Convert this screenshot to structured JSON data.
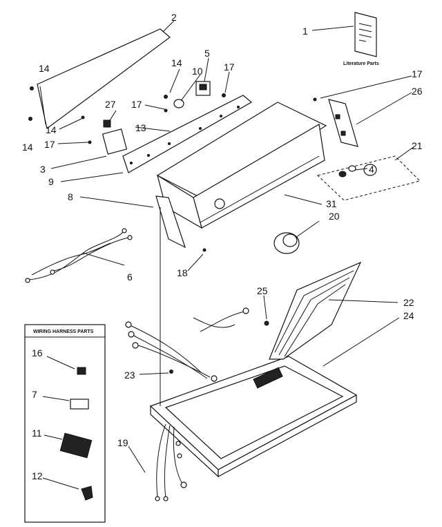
{
  "labels": {
    "p1": "1",
    "p2": "2",
    "p3": "3",
    "p4": "4",
    "p5": "5",
    "p6": "6",
    "p7": "7",
    "p8": "8",
    "p9": "9",
    "p10": "10",
    "p11": "11",
    "p12": "12",
    "p13": "13",
    "p14a": "14",
    "p14b": "14",
    "p14c": "14",
    "p14d": "14",
    "p16": "16",
    "p17a": "17",
    "p17b": "17",
    "p17c": "17",
    "p17d": "17",
    "p18": "18",
    "p19": "19",
    "p20": "20",
    "p21": "21",
    "p22": "22",
    "p23": "23",
    "p24": "24",
    "p25": "25",
    "p26": "26",
    "p27": "27",
    "p31": "31"
  },
  "literature_caption": "Literature Parts",
  "harness_box_title": "WIRING HARNESS PARTS"
}
